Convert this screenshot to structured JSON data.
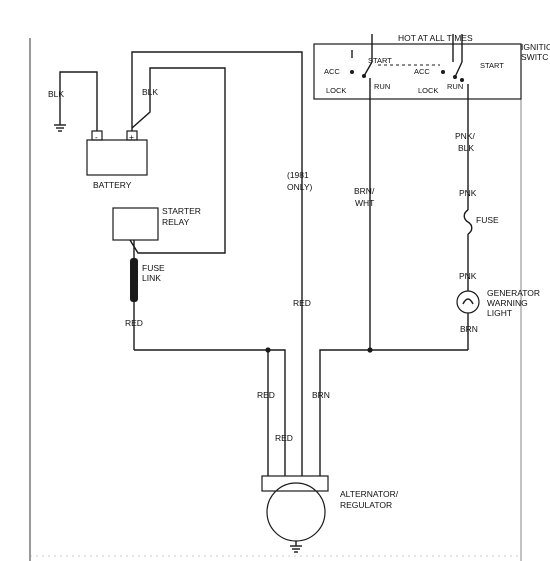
{
  "labels": {
    "blk_ground": "BLK",
    "blk_pos": "BLK",
    "neg_terminal": "-",
    "pos_terminal": "+",
    "battery": "BATTERY",
    "starter_relay_1": "STARTER",
    "starter_relay_2": "RELAY",
    "fuse_link_1": "FUSE",
    "fuse_link_2": "LINK",
    "red_left": "RED",
    "only_1981_a": "(1981",
    "only_1981_b": "ONLY)",
    "red_mid": "RED",
    "brn_wht_a": "BRN/",
    "brn_wht_b": "WHT",
    "hot_at_all_times": "HOT AT ALL TIMES",
    "ignition_a": "IGNITIO",
    "ignition_b": "SWITC",
    "start_1": "START",
    "acc_1": "ACC",
    "lock_1": "LOCK",
    "run_1": "RUN",
    "acc_2": "ACC",
    "lock_2": "LOCK",
    "run_2": "RUN",
    "start_2": "START",
    "pnk_blk_a": "PNK/",
    "pnk_blk_b": "BLK",
    "pnk_1": "PNK",
    "fuse": "FUSE",
    "pnk_2": "PNK",
    "gen_warn_1": "GENERATOR",
    "gen_warn_2": "WARNING",
    "gen_warn_3": "LIGHT",
    "brn_1": "BRN",
    "red_lower_1": "RED",
    "red_lower_2": "RED",
    "brn_2": "BRN",
    "alt_reg_1": "ALTERNATOR/",
    "alt_reg_2": "REGULATOR"
  }
}
